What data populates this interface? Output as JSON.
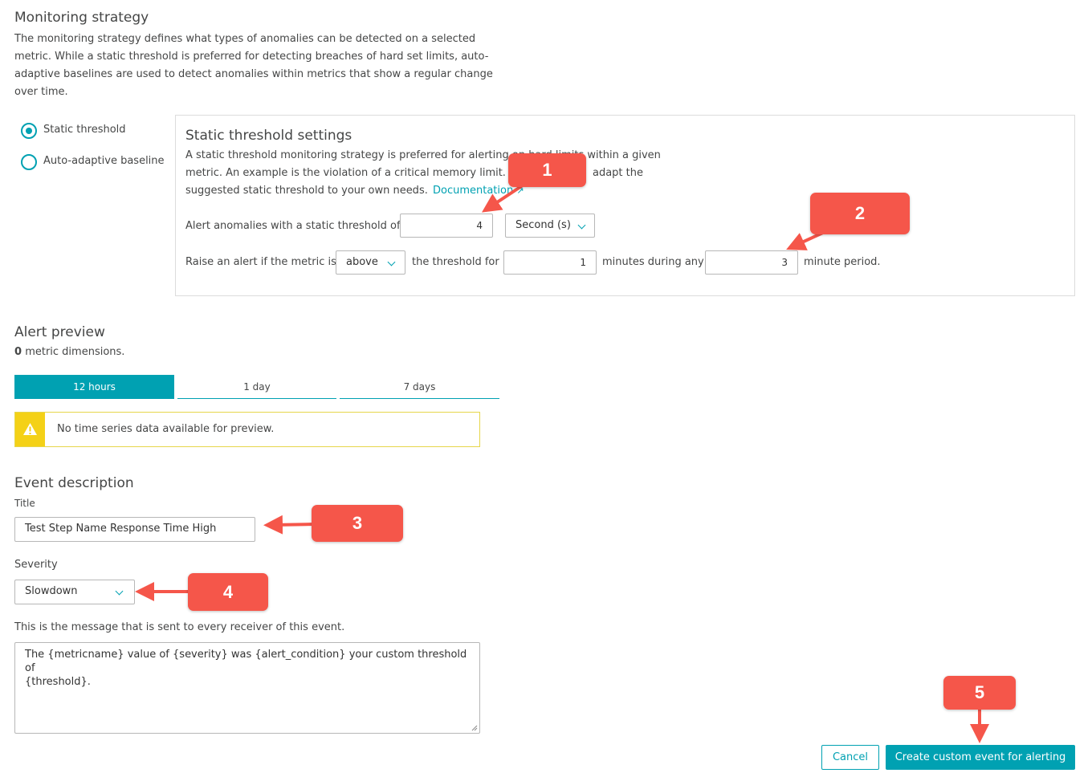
{
  "monitoring": {
    "heading": "Monitoring strategy",
    "desc_lines": [
      "The monitoring strategy defines what types of anomalies can be detected on a selected",
      "metric. While a static threshold is preferred for detecting breaches of hard set limits, auto-",
      "adaptive baselines are used to detect anomalies within metrics that show a regular change",
      "over time."
    ],
    "options": [
      {
        "label": "Static threshold",
        "selected": true
      },
      {
        "label": "Auto-adaptive baseline",
        "selected": false
      }
    ]
  },
  "settings": {
    "heading": "Static threshold settings",
    "desc_line1": "A static threshold monitoring strategy is preferred for alerting on hard limits within a given",
    "desc_line2": "metric. An example is the violation of a critical memory limit. Use",
    "desc_line2_end": "adapt the",
    "desc_line3": "suggested static threshold to your own needs.",
    "doc_link": "Documentation",
    "threshold_label": "Alert anomalies with a static threshold of",
    "threshold_value": "4",
    "unit_value": "Second (s)",
    "raise_label": "Raise an alert if the metric is",
    "condition_value": "above",
    "threshold_for_label": "the threshold for",
    "minutes_value": "1",
    "minutes_during_label": "minutes during any",
    "period_value": "3",
    "period_label": "minute period."
  },
  "preview": {
    "heading": "Alert preview",
    "dimensions_count": "0",
    "dimensions_label": "metric dimensions.",
    "tabs": [
      {
        "label": "12 hours",
        "active": true
      },
      {
        "label": "1 day",
        "active": false
      },
      {
        "label": "7 days",
        "active": false
      }
    ],
    "warning": "No time series data available for preview."
  },
  "event": {
    "heading": "Event description",
    "title_label": "Title",
    "title_value": "Test Step Name Response Time High",
    "severity_label": "Severity",
    "severity_value": "Slowdown",
    "message_label": "This is the message that is sent to every receiver of this event.",
    "message_line1": "The {metricname} value of {severity} was {alert_condition} your custom threshold of",
    "message_line2": "{threshold}."
  },
  "actions": {
    "cancel": "Cancel",
    "create": "Create custom event for alerting"
  },
  "callouts": [
    "1",
    "2",
    "3",
    "4",
    "5"
  ],
  "colors": {
    "accent": "#00a1b2",
    "callout": "#f5564a",
    "warning_yellow": "#f4d117",
    "warning_border": "#e6d64a"
  },
  "icons": {
    "warning": "warning-triangle-icon",
    "external_link": "external-link-icon",
    "chevron": "chevron-down-icon"
  }
}
